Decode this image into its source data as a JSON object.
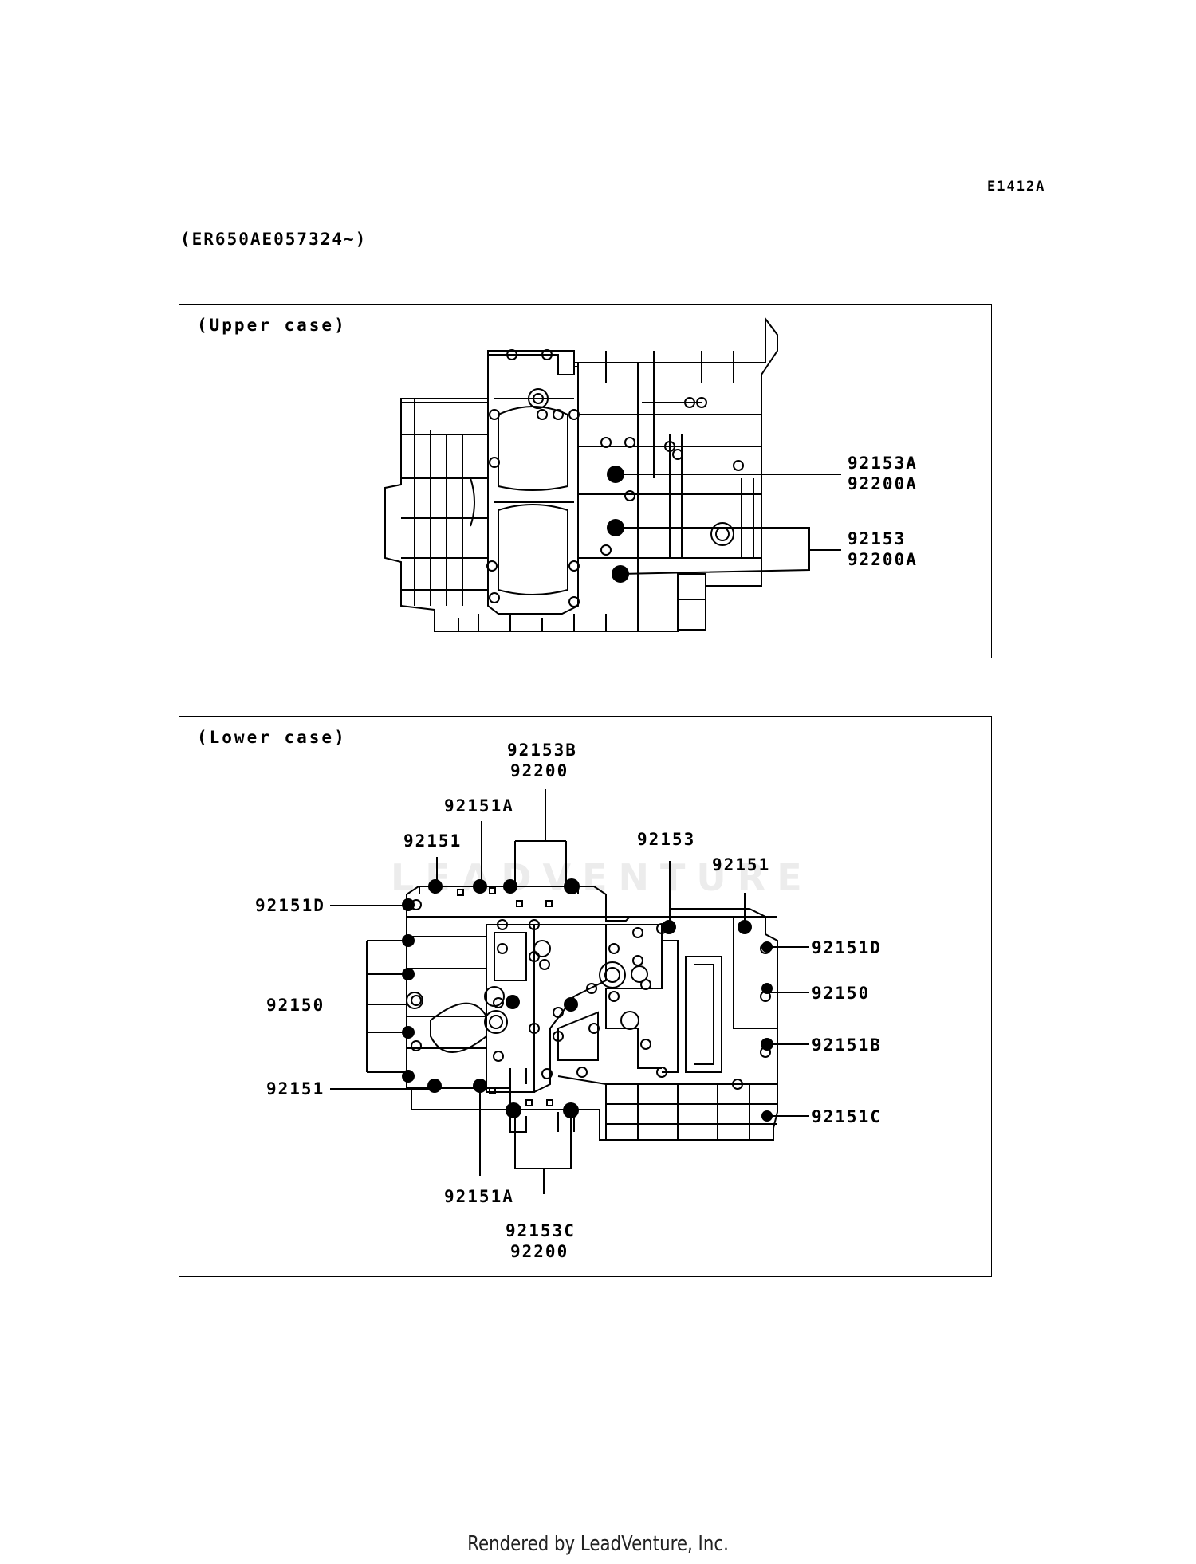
{
  "diagram_code": "E1412A",
  "serial_range": "(ER650AE057324~)",
  "upper_case": {
    "title": "(Upper case)",
    "callouts": [
      {
        "id": "u1",
        "lines": [
          "92153A",
          "92200A"
        ]
      },
      {
        "id": "u2",
        "lines": [
          "92153",
          "92200A"
        ]
      }
    ]
  },
  "lower_case": {
    "title": "(Lower case)",
    "callouts": [
      {
        "id": "l1",
        "lines": [
          "92153B",
          "92200"
        ]
      },
      {
        "id": "l2",
        "lines": [
          "92151A"
        ]
      },
      {
        "id": "l3",
        "lines": [
          "92151"
        ]
      },
      {
        "id": "l4",
        "lines": [
          "92151D"
        ]
      },
      {
        "id": "l5",
        "lines": [
          "92150"
        ]
      },
      {
        "id": "l6",
        "lines": [
          "92151"
        ]
      },
      {
        "id": "l7",
        "lines": [
          "92151A"
        ]
      },
      {
        "id": "l8",
        "lines": [
          "92153C",
          "92200"
        ]
      },
      {
        "id": "l9",
        "lines": [
          "92153"
        ]
      },
      {
        "id": "l10",
        "lines": [
          "92151"
        ]
      },
      {
        "id": "l11",
        "lines": [
          "92151D"
        ]
      },
      {
        "id": "l12",
        "lines": [
          "92150"
        ]
      },
      {
        "id": "l13",
        "lines": [
          "92151B"
        ]
      },
      {
        "id": "l14",
        "lines": [
          "92151C"
        ]
      }
    ]
  },
  "footer": "Rendered by LeadVenture, Inc.",
  "watermark": "LEADVENTURE"
}
